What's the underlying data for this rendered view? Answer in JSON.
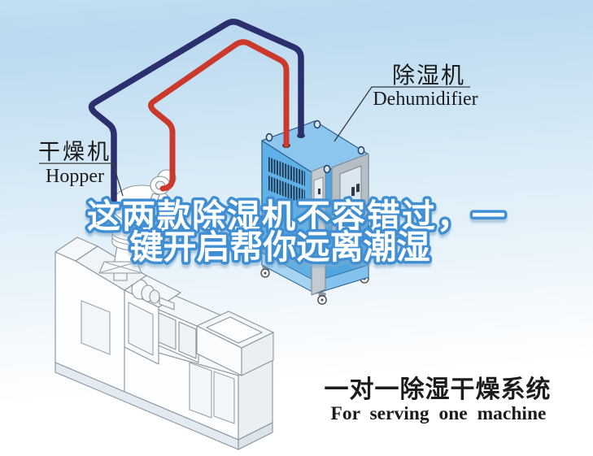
{
  "poster": {
    "title": {
      "line1": "这两款除湿机不容错过，一",
      "line2": "键开启帮你远离潮湿"
    },
    "machine_labels": {
      "dehumidifier_zh": "除湿机",
      "dehumidifier_en": "Dehumidifier",
      "hopper_zh": "干燥机",
      "hopper_en": "Hopper"
    },
    "caption": {
      "zh": "一对一除湿干燥系统",
      "en": "For serving one machine"
    },
    "colors": {
      "sky_top": "#c2dff2",
      "sky_mid": "#bbd9ef",
      "sky_soft": "#d8ebf7",
      "sky_bottom": "#ffffff",
      "title_fill": "#ffffff",
      "title_outline": "#3f8fd2",
      "title_shadow": "#7fa8c8",
      "pipe_supply_red": "#cb382c",
      "pipe_return_navy": "#2c2f6e",
      "dehumidifier_top": "#8cc6ef",
      "dehumidifier_left": "#5fb0e7",
      "dehumidifier_right": "#4fa6e0",
      "dehumidifier_band_left": "#a5d4f2",
      "dehumidifier_band_right": "#83c2ec",
      "label_text": "#1c1c1c"
    }
  }
}
